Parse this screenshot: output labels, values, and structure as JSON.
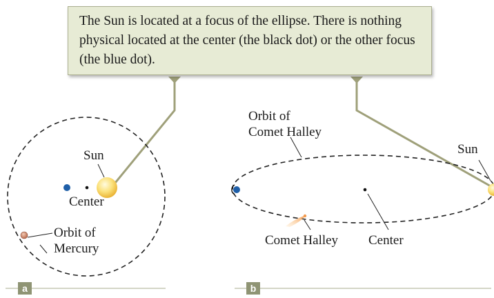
{
  "callout": {
    "text": "The Sun is located at a focus of the ellipse. There is nothing physical located at the center (the black dot) or the other focus (the blue dot)."
  },
  "panel_a": {
    "badge": "a",
    "labels": {
      "sun": "Sun",
      "center": "Center",
      "orbit_line1": "Orbit of",
      "orbit_line2": "Mercury"
    }
  },
  "panel_b": {
    "badge": "b",
    "labels": {
      "orbit_line1": "Orbit of",
      "orbit_line2": "Comet Halley",
      "sun": "Sun",
      "comet": "Comet Halley",
      "center": "Center"
    }
  },
  "colors": {
    "callout_fill": "#e7ebd5",
    "callout_border": "#a9ad8d",
    "leader_line": "#9fa07a",
    "sun": "#f4cd4a",
    "empty_focus": "#1f5fa8",
    "mercury": "#c77e62",
    "comet": "#f2a35c",
    "badge": "#8f9474"
  }
}
